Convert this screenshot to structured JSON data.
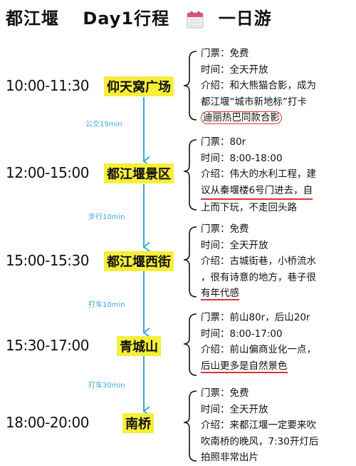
{
  "title": {
    "part1": "都江堰",
    "part2": "Day1行程",
    "part3": "一日游",
    "icon": "calendar-icon"
  },
  "schedule": [
    {
      "time": "10:00-11:30",
      "place": "仰天窝广场",
      "info": [
        "门票：免费",
        "时间：全天开放",
        "介绍：和大熊猫合影，成为",
        "都江堰“城市新地标”打卡",
        "迪丽热巴同款合影"
      ]
    },
    {
      "time": "12:00-15:00",
      "place": "都江堰景区",
      "info": [
        "门票：80r",
        "时间：8:00-18:00",
        "介绍：伟大的水利工程，建",
        "议从秦堰楼6号门进去，自",
        "上而下玩，不走回头路"
      ]
    },
    {
      "time": "15:00-15:30",
      "place": "都江堰西街",
      "info": [
        "门票：免费",
        "时间：全天开放",
        "介绍：古城街巷，小桥流水",
        "，很有诗意的地方，巷子很",
        "有年代感"
      ]
    },
    {
      "time": "15:30-17:00",
      "place": "青城山",
      "info": [
        "门票：前山80r，后山20r",
        "时间：8:00-17:00",
        "介绍：前山偏商业化一点，",
        "后山更多是自然景色"
      ]
    },
    {
      "time": "18:00-20:00",
      "place": "南桥",
      "info": [
        "门票：免费",
        "时间：全天开放",
        "介绍：来都江堰一定要来吹",
        "吹南桥的晚风，7:30开灯后",
        "拍照非常出片"
      ]
    }
  ],
  "transits": [
    "公交19min",
    "步行10min",
    "打车10min",
    "打车30min"
  ],
  "colors": {
    "highlight": "#f7ee3a",
    "arrow": "#39a6d8",
    "annotation": "#d33333",
    "text": "#111111"
  }
}
